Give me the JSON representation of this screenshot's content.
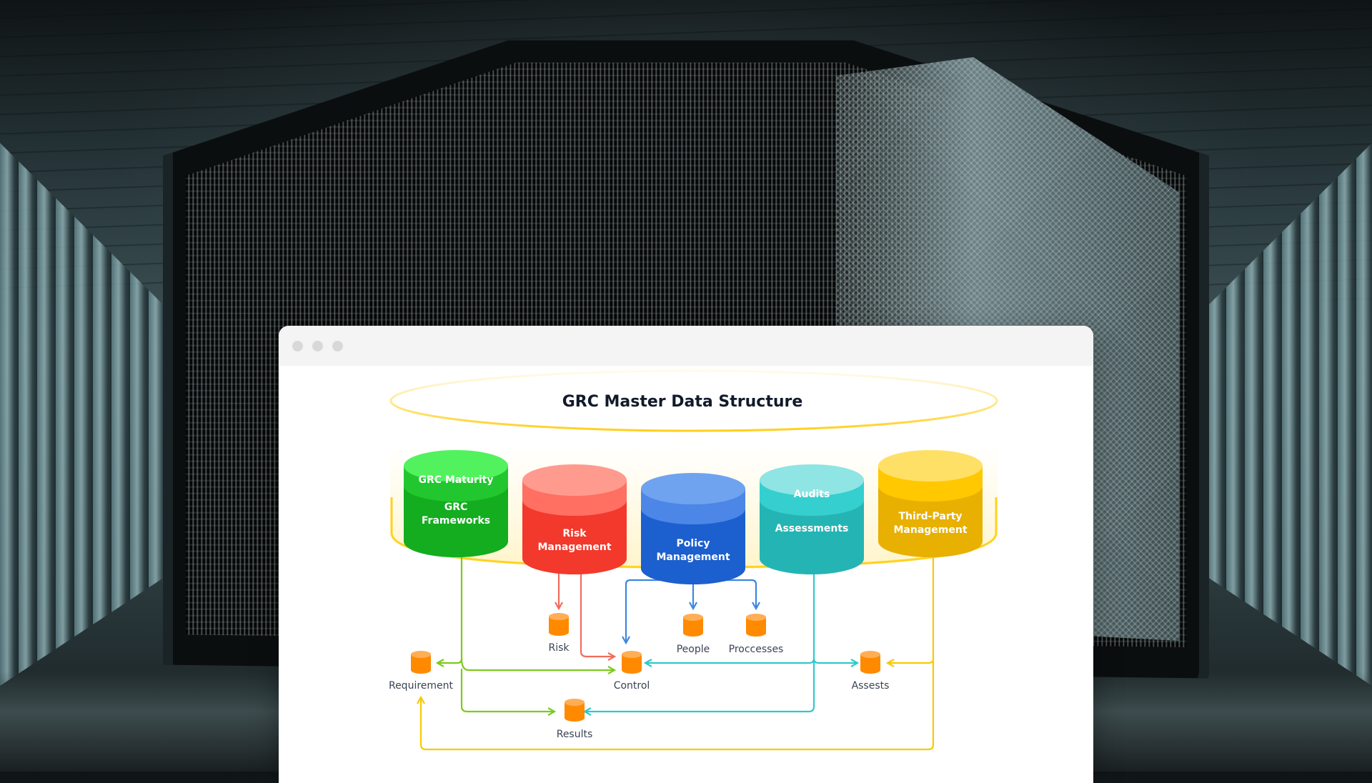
{
  "window": {
    "controls": [
      "close",
      "minimize",
      "maximize"
    ]
  },
  "diagram": {
    "title": "GRC Master Data Structure",
    "colors": {
      "accent_yellow": "#FFD21F",
      "green": "#1DBE2B",
      "red": "#F4473A",
      "blue": "#2667D6",
      "teal": "#2CC4C4",
      "yellow": "#F2BF00",
      "node_orange": "#FF8A00",
      "arrow_green": "#7CCB1E",
      "arrow_red": "#F26B5B",
      "arrow_blue": "#3F86E0",
      "arrow_teal": "#2FC9CC",
      "arrow_yellow": "#F7C900"
    },
    "modules": [
      {
        "id": "grc",
        "top_label": "GRC Maturity",
        "bottom_label_1": "GRC",
        "bottom_label_2": "Frameworks"
      },
      {
        "id": "risk",
        "top_label": "",
        "bottom_label_1": "Risk",
        "bottom_label_2": "Management"
      },
      {
        "id": "policy",
        "top_label": "",
        "bottom_label_1": "Policy",
        "bottom_label_2": "Management"
      },
      {
        "id": "audit",
        "top_label": "Audits",
        "bottom_label_1": "Assessments",
        "bottom_label_2": ""
      },
      {
        "id": "tpm",
        "top_label": "",
        "bottom_label_1": "Third-Party",
        "bottom_label_2": "Management"
      }
    ],
    "nodes": {
      "risk": "Risk",
      "people": "People",
      "processes": "Proccesses",
      "control": "Control",
      "requirement": "Requirement",
      "assets": "Assests",
      "results": "Results"
    },
    "edges": [
      {
        "from": "Risk Management",
        "to": "Risk",
        "color": "red"
      },
      {
        "from": "Risk Management",
        "to": "Control",
        "color": "red"
      },
      {
        "from": "Policy Management",
        "to": "Control",
        "color": "blue"
      },
      {
        "from": "Policy Management",
        "to": "People",
        "color": "blue"
      },
      {
        "from": "Policy Management",
        "to": "Proccesses",
        "color": "blue"
      },
      {
        "from": "GRC Frameworks",
        "to": "Requirement",
        "color": "green"
      },
      {
        "from": "GRC Frameworks",
        "to": "Control",
        "color": "green"
      },
      {
        "from": "GRC Frameworks",
        "to": "Results",
        "color": "green"
      },
      {
        "from": "Assessments",
        "to": "Control",
        "color": "teal"
      },
      {
        "from": "Assessments",
        "to": "Assests",
        "color": "teal"
      },
      {
        "from": "Assessments",
        "to": "Results",
        "color": "teal"
      },
      {
        "from": "Third-Party Management",
        "to": "Assests",
        "color": "yellow"
      },
      {
        "from": "Third-Party Management",
        "to": "Requirement",
        "color": "yellow"
      }
    ]
  }
}
